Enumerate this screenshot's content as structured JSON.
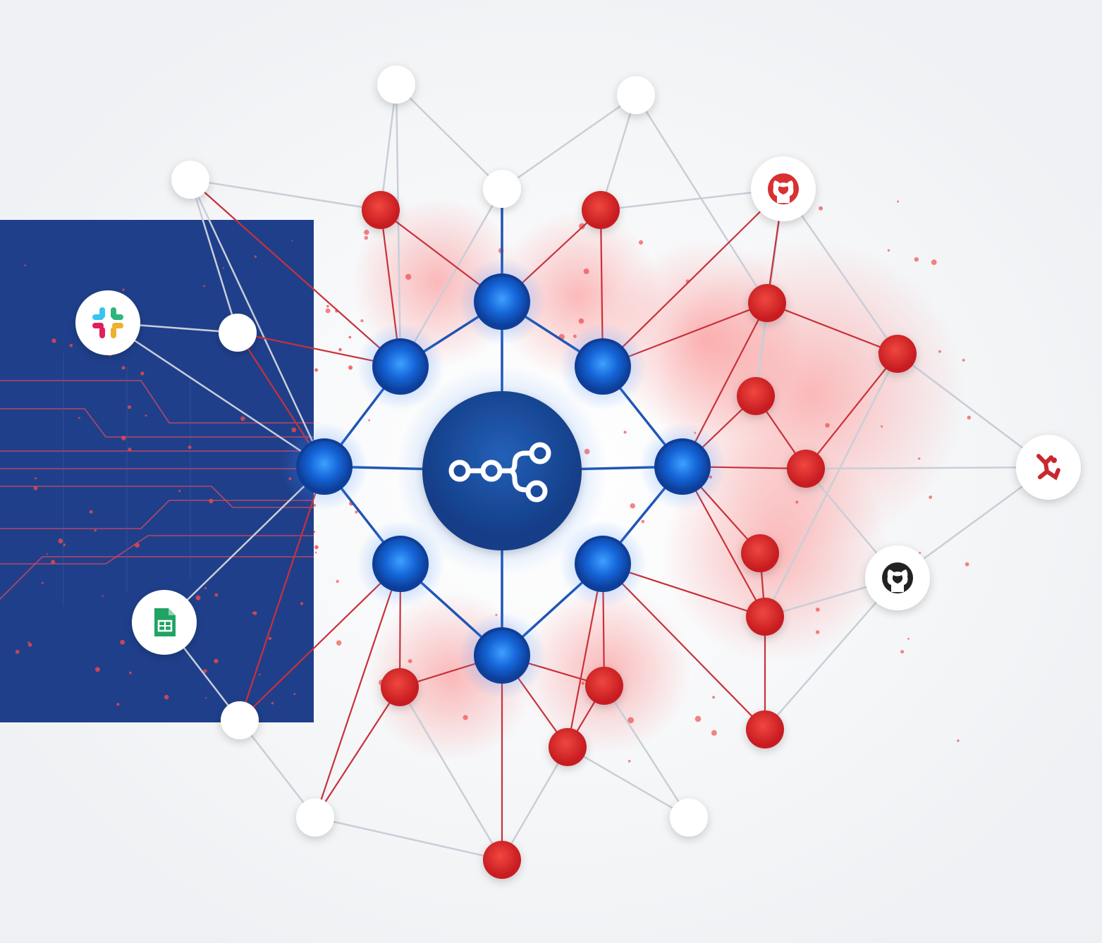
{
  "colors": {
    "background": "#f6f7f9",
    "panel": "#1f3f8b",
    "hub": "#1c4fa0",
    "blue_node": "#1560d8",
    "red_node": "#dc2a2a",
    "white_node": "#ffffff",
    "edge_gray": "#c9ced8",
    "edge_red": "#c8323a",
    "edge_blue": "#1f55b5"
  },
  "hub": {
    "icon": "workflow-nodes-icon"
  },
  "integrations": [
    {
      "name": "slack",
      "icon": "slack-icon"
    },
    {
      "name": "google-sheets",
      "icon": "google-sheets-icon"
    },
    {
      "name": "github-red",
      "icon": "github-icon"
    },
    {
      "name": "github-dark",
      "icon": "github-icon"
    },
    {
      "name": "red-x-brand",
      "icon": "x-brand-icon"
    }
  ]
}
